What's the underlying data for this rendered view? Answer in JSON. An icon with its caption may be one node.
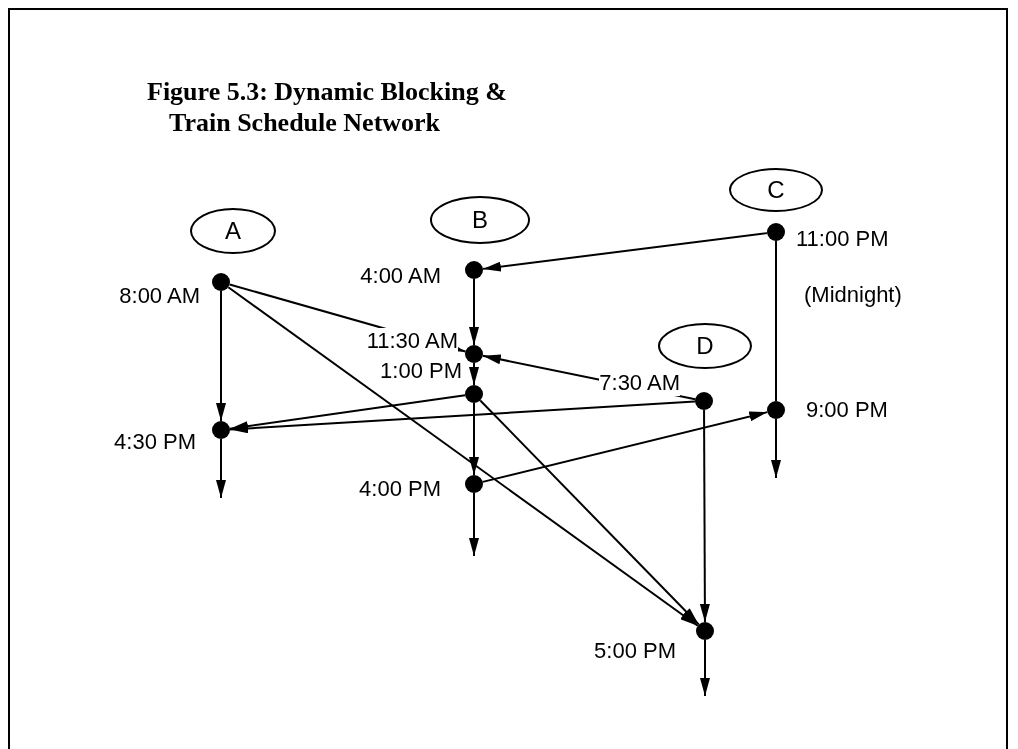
{
  "diagram": {
    "title": "Figure 5.3: Dynamic Blocking & Train Schedule Network",
    "nodes": [
      {
        "text": [
          "A"
        ]
      },
      {
        "text": [
          "B"
        ]
      },
      {
        "text": [
          "C"
        ]
      },
      {
        "text": [
          "D"
        ]
      },
      {
        "text": [],
        "shape": "circle",
        "beside": [
          "8:00 AM"
        ]
      },
      {
        "text": [],
        "shape": "circle",
        "beside": [
          "4:30 PM"
        ]
      },
      {
        "text": [],
        "shape": "circle",
        "beside": [
          "4:00 AM"
        ]
      },
      {
        "text": [],
        "shape": "circle",
        "beside": [
          "11:30 AM"
        ]
      },
      {
        "text": [],
        "shape": "circle",
        "beside": [
          "1:00 PM"
        ]
      },
      {
        "text": [],
        "shape": "circle",
        "beside": [
          "4:00 PM"
        ]
      },
      {
        "text": [],
        "shape": "circle",
        "beside": [
          "11:00 PM",
          "(Midnight)"
        ]
      },
      {
        "text": [],
        "shape": "circle",
        "beside": [
          "9:00 PM"
        ]
      },
      {
        "text": [],
        "shape": "circle",
        "beside": [
          "7:30 AM"
        ]
      },
      {
        "text": [],
        "shape": "circle",
        "beside": [
          "5:00 PM"
        ]
      }
    ],
    "edges": [
      {
        "from": 4,
        "to": 5,
        "arrow": "to"
      },
      {
        "from": 4,
        "to": 7,
        "arrow": "to"
      },
      {
        "from": 4,
        "to": 13,
        "arrow": "to"
      },
      {
        "from": 5,
        "to": null,
        "arrow": "to"
      },
      {
        "from": 6,
        "to": 7,
        "arrow": "to"
      },
      {
        "from": 7,
        "to": 8,
        "arrow": "to"
      },
      {
        "from": 8,
        "to": 9,
        "arrow": "to"
      },
      {
        "from": 9,
        "to": null,
        "arrow": "to"
      },
      {
        "from": 10,
        "to": 6,
        "arrow": "to"
      },
      {
        "from": 10,
        "to": 11,
        "arrow": "none"
      },
      {
        "from": 11,
        "to": null,
        "arrow": "to"
      },
      {
        "from": 12,
        "to": 7,
        "arrow": "to"
      },
      {
        "from": 12,
        "to": 5,
        "arrow": "to"
      },
      {
        "from": 8,
        "to": 5,
        "arrow": "to"
      },
      {
        "from": 8,
        "to": 13,
        "arrow": "to"
      },
      {
        "from": 9,
        "to": 11,
        "arrow": "to"
      },
      {
        "from": 12,
        "to": 13,
        "arrow": "to"
      },
      {
        "from": 13,
        "to": null,
        "arrow": "to"
      }
    ]
  }
}
